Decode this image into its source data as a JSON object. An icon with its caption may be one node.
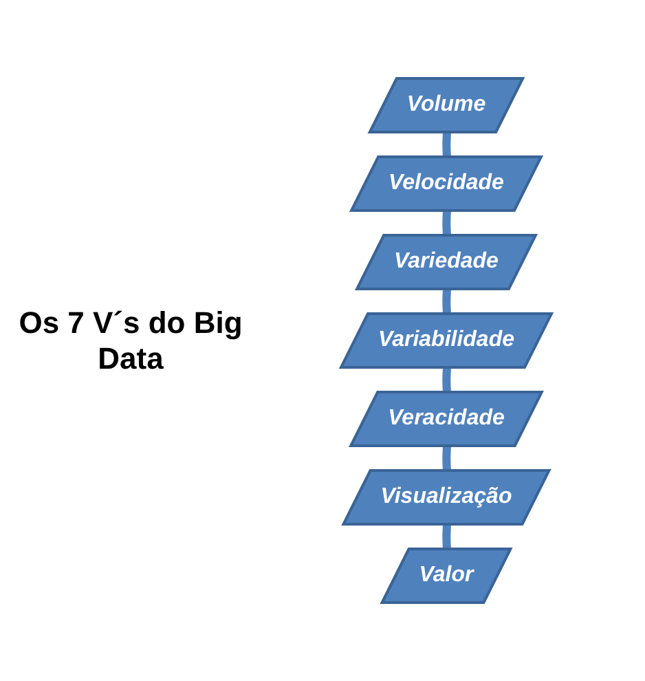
{
  "diagram": {
    "title": "Os 7 V´s do Big Data",
    "nodes": [
      {
        "text": [
          "Volume"
        ]
      },
      {
        "text": [
          "Velocidade"
        ]
      },
      {
        "text": [
          "Variedade"
        ]
      },
      {
        "text": [
          "Variabilidade"
        ]
      },
      {
        "text": [
          "Veracidade"
        ]
      },
      {
        "text": [
          "Visualização"
        ]
      },
      {
        "text": [
          "Valor"
        ]
      }
    ],
    "edges": [
      {
        "from": 0,
        "to": 1,
        "arrow": "none"
      },
      {
        "from": 1,
        "to": 2,
        "arrow": "none"
      },
      {
        "from": 2,
        "to": 3,
        "arrow": "none"
      },
      {
        "from": 3,
        "to": 4,
        "arrow": "none"
      },
      {
        "from": 4,
        "to": 5,
        "arrow": "none"
      },
      {
        "from": 5,
        "to": 6,
        "arrow": "none"
      }
    ]
  }
}
